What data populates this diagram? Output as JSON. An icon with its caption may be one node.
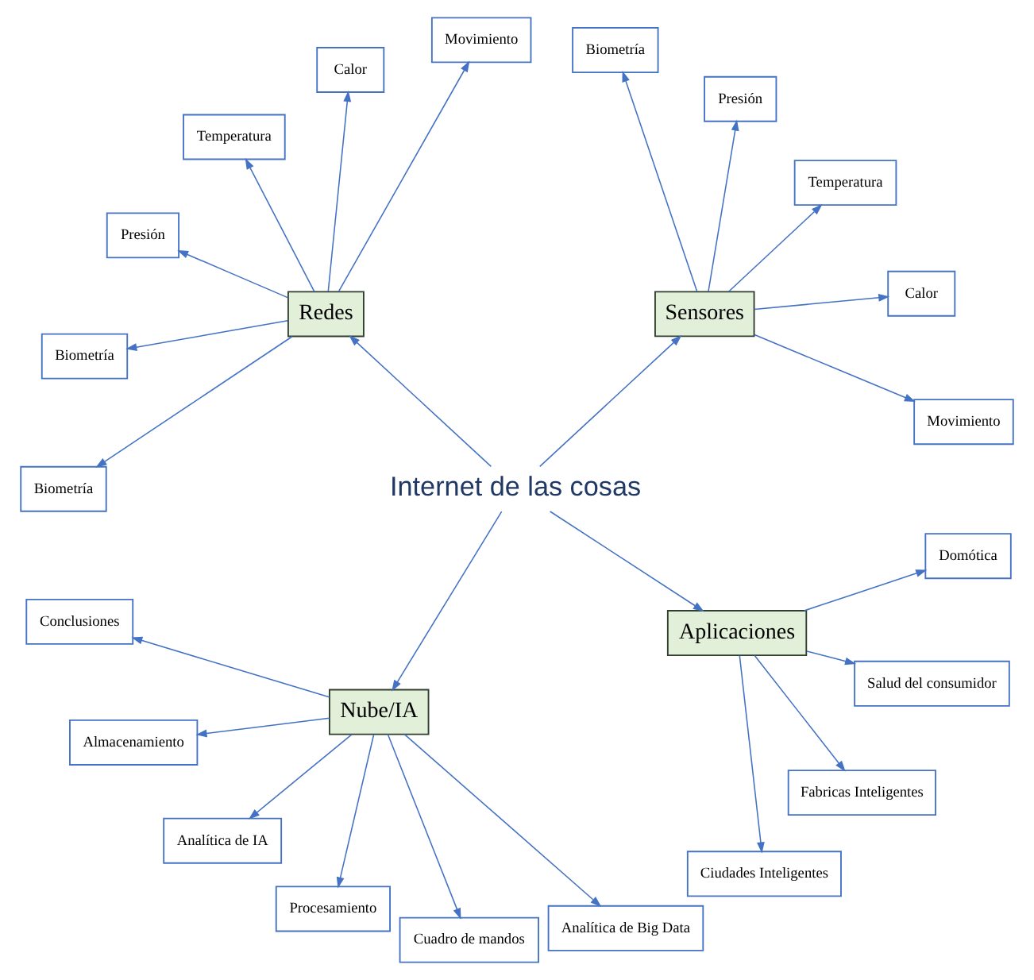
{
  "diagram": {
    "nodes": [
      {
        "text": [
          "Internet de las cosas"
        ]
      },
      {
        "text": [
          "Sensores"
        ]
      },
      {
        "text": [
          "Movimiento"
        ]
      },
      {
        "text": [
          "Calor"
        ]
      },
      {
        "text": [
          "Temperatura"
        ]
      },
      {
        "text": [
          "Presión"
        ]
      },
      {
        "text": [
          "Biometría"
        ]
      },
      {
        "text": [
          "Redes"
        ]
      },
      {
        "text": [
          "Movimiento"
        ]
      },
      {
        "text": [
          "Calor"
        ]
      },
      {
        "text": [
          "Temperatura"
        ]
      },
      {
        "text": [
          "Presión"
        ]
      },
      {
        "text": [
          "Biometría"
        ]
      },
      {
        "text": [
          "Biometría"
        ]
      },
      {
        "text": [
          "Nube/IA"
        ]
      },
      {
        "text": [
          "Conclusiones"
        ]
      },
      {
        "text": [
          "Almacenamiento"
        ]
      },
      {
        "text": [
          "Analítica de IA"
        ]
      },
      {
        "text": [
          "Procesamiento"
        ]
      },
      {
        "text": [
          "Cuadro de mandos"
        ]
      },
      {
        "text": [
          "Analítica de Big Data"
        ]
      },
      {
        "text": [
          "Aplicaciones"
        ]
      },
      {
        "text": [
          "Ciudades Inteligentes"
        ]
      },
      {
        "text": [
          "Fabricas Inteligentes"
        ]
      },
      {
        "text": [
          "Salud del consumidor"
        ]
      },
      {
        "text": [
          "Domótica"
        ]
      }
    ],
    "edges": [
      {
        "from": 0,
        "to": 1,
        "arrow": "to"
      },
      {
        "from": 0,
        "to": 7,
        "arrow": "to"
      },
      {
        "from": 0,
        "to": 14,
        "arrow": "to"
      },
      {
        "from": 0,
        "to": 21,
        "arrow": "to"
      },
      {
        "from": 1,
        "to": 2,
        "arrow": "to"
      },
      {
        "from": 1,
        "to": 3,
        "arrow": "to"
      },
      {
        "from": 1,
        "to": 4,
        "arrow": "to"
      },
      {
        "from": 1,
        "to": 5,
        "arrow": "to"
      },
      {
        "from": 1,
        "to": 6,
        "arrow": "to"
      },
      {
        "from": 7,
        "to": 8,
        "arrow": "to"
      },
      {
        "from": 7,
        "to": 9,
        "arrow": "to"
      },
      {
        "from": 7,
        "to": 10,
        "arrow": "to"
      },
      {
        "from": 7,
        "to": 11,
        "arrow": "to"
      },
      {
        "from": 7,
        "to": 12,
        "arrow": "to"
      },
      {
        "from": 7,
        "to": 13,
        "arrow": "to"
      },
      {
        "from": 14,
        "to": 15,
        "arrow": "to"
      },
      {
        "from": 14,
        "to": 16,
        "arrow": "to"
      },
      {
        "from": 14,
        "to": 17,
        "arrow": "to"
      },
      {
        "from": 14,
        "to": 18,
        "arrow": "to"
      },
      {
        "from": 14,
        "to": 19,
        "arrow": "to"
      },
      {
        "from": 14,
        "to": 20,
        "arrow": "to"
      },
      {
        "from": 21,
        "to": 22,
        "arrow": "to"
      },
      {
        "from": 21,
        "to": 23,
        "arrow": "to"
      },
      {
        "from": 21,
        "to": 24,
        "arrow": "to"
      },
      {
        "from": 21,
        "to": 25,
        "arrow": "to"
      }
    ]
  }
}
